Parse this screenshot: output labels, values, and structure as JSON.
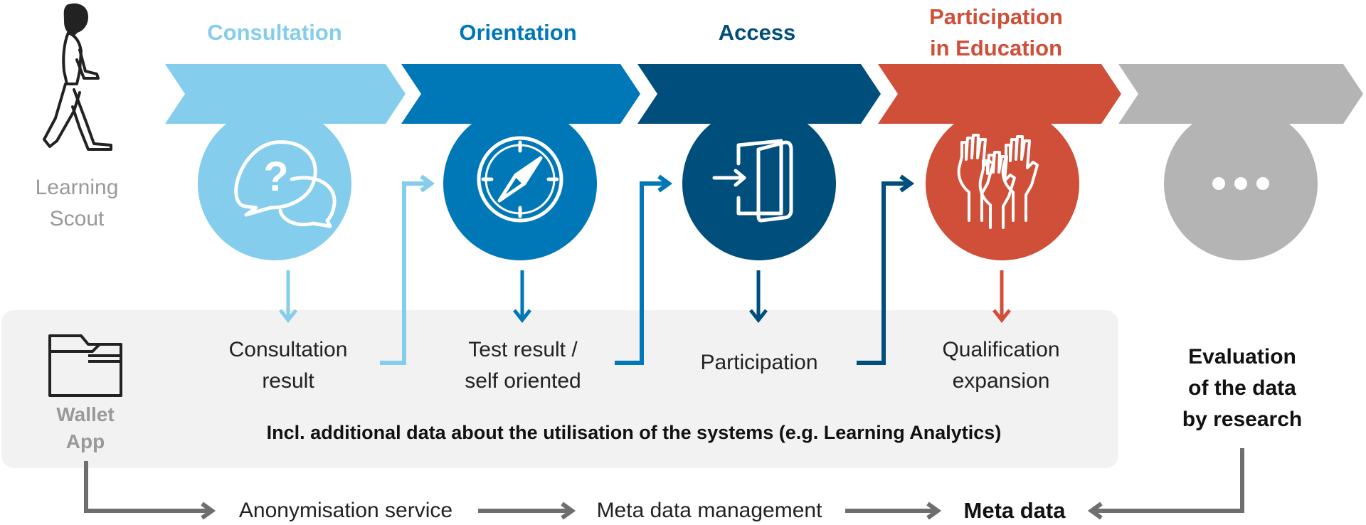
{
  "colors": {
    "consultation": "#84CDEC",
    "orientation": "#0077B6",
    "access": "#004E7C",
    "participation": "#CF4F38",
    "evaluation": "#B4B4B4",
    "panel": "#F2F2F2",
    "flow_arrow": "#6E6E6E",
    "figure_label": "#999999"
  },
  "actor": {
    "line1": "Learning",
    "line2": "Scout"
  },
  "stages": [
    {
      "title": "Consultation",
      "icon": "speech-bubbles-question-icon",
      "output_line1": "Consultation",
      "output_line2": "result"
    },
    {
      "title": "Orientation",
      "icon": "compass-icon",
      "output_line1": "Test result /",
      "output_line2": "self oriented"
    },
    {
      "title": "Access",
      "icon": "door-enter-icon",
      "output_line1": "Participation",
      "output_line2": ""
    },
    {
      "title_line1": "Participation",
      "title_line2": "in Education",
      "icon": "raised-hands-icon",
      "output_line1": "Qualification",
      "output_line2": "expansion"
    },
    {
      "icon": "ellipsis-icon"
    }
  ],
  "wallet": {
    "line1": "Wallet",
    "line2": "App",
    "icon": "folder-icon"
  },
  "panel_note": "Incl. additional data about the utilisation of the systems (e.g. Learning Analytics)",
  "evaluation": {
    "line1": "Evaluation",
    "line2": "of the data",
    "line3": "by research"
  },
  "flow": {
    "step1": "Anonymisation service",
    "step2": "Meta data management",
    "step3": "Meta data"
  }
}
